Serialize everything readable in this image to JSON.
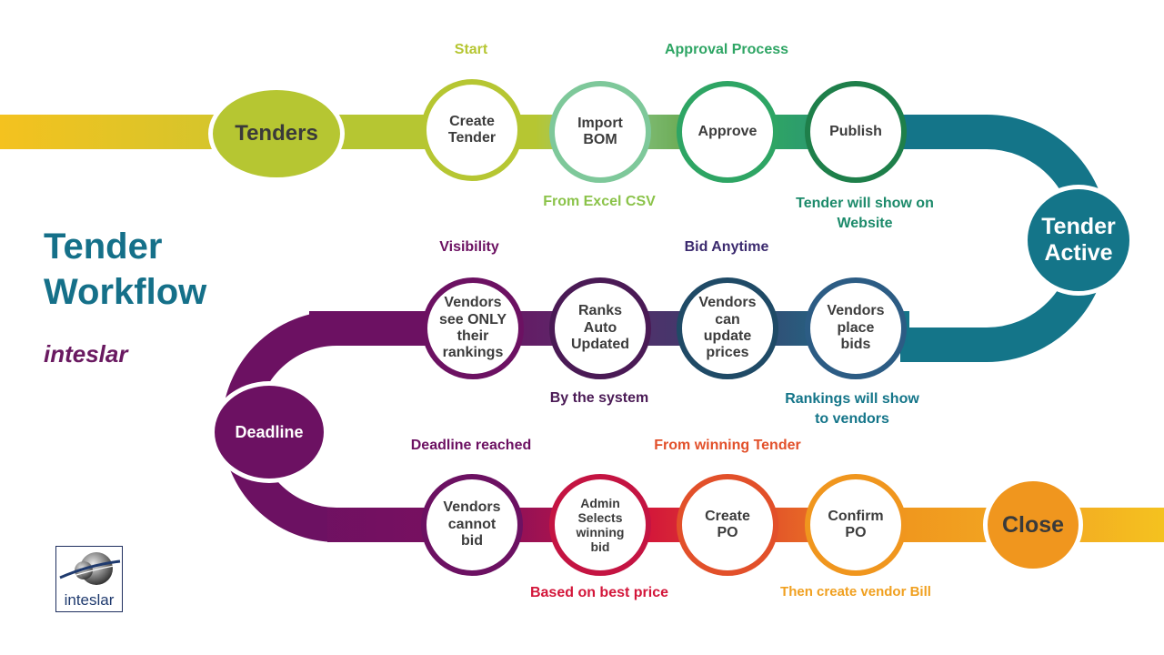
{
  "page": {
    "title": "Tender\nWorkflow",
    "brand": "inteslar",
    "logo_text": "inteslar"
  },
  "colors": {
    "yellow": "#f0bd24",
    "lime": "#b6c632",
    "mint": "#7ec89a",
    "green": "#2ea564",
    "teal": "#147589",
    "navy": "#2c5c84",
    "purple": "#6c1162",
    "red": "#d3163a",
    "orange": "#f0961e"
  },
  "row1": {
    "start_oval": "Tenders",
    "nodes": [
      {
        "label": "Create\nTender"
      },
      {
        "label": "Import\nBOM"
      },
      {
        "label": "Approve"
      },
      {
        "label": "Publish"
      }
    ],
    "caption_start": "Start",
    "caption_approval": "Approval Process",
    "caption_excel": "From Excel CSV",
    "caption_website": "Tender will show on\nWebsite"
  },
  "tender_active": "Tender\nActive",
  "row2": {
    "nodes": [
      {
        "label": "Vendors\nsee ONLY\ntheir\nrankings"
      },
      {
        "label": "Ranks\nAuto\nUpdated"
      },
      {
        "label": "Vendors\ncan\nupdate\nprices"
      },
      {
        "label": "Vendors\nplace\nbids"
      }
    ],
    "caption_visibility": "Visibility",
    "caption_bid_anytime": "Bid Anytime",
    "caption_system": "By the system",
    "caption_rankings": "Rankings will show\nto vendors"
  },
  "deadline": "Deadline",
  "row3": {
    "nodes": [
      {
        "label": "Vendors\ncannot\nbid"
      },
      {
        "label": "Admin\nSelects\nwinning\nbid"
      },
      {
        "label": "Create\nPO"
      },
      {
        "label": "Confirm\nPO"
      }
    ],
    "end_oval": "Close",
    "caption_deadline": "Deadline reached",
    "caption_winning": "From winning Tender",
    "caption_price": "Based on best price",
    "caption_bill": "Then create vendor Bill"
  }
}
